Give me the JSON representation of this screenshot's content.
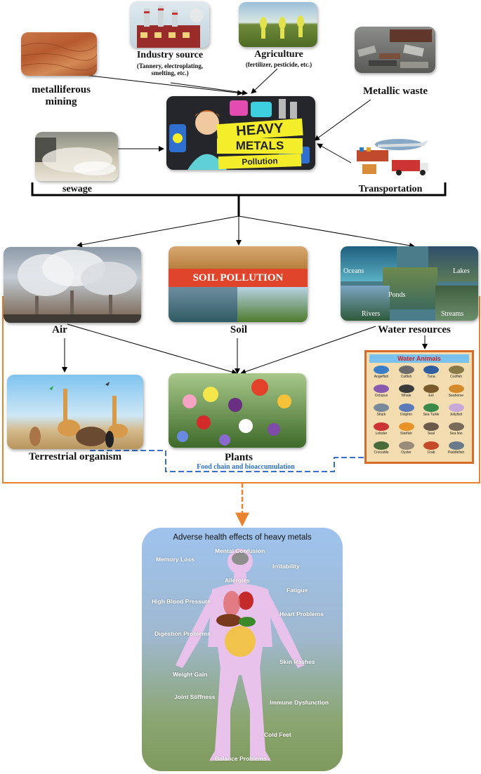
{
  "sources": {
    "mining": "metalliferous mining",
    "industry_title": "Industry source",
    "industry_sub": "(Tannery, electroplating, smelting, etc.)",
    "agriculture_title": "Agriculture",
    "agriculture_sub": "(fertilizer, pesticide, etc.)",
    "waste": "Metallic waste",
    "sewage": "sewage",
    "transportation": "Transportation"
  },
  "center": {
    "line1": "HEAVY",
    "line2": "METALS",
    "line3": "Pollution"
  },
  "media": {
    "air": "Air",
    "soil": "Soil",
    "soil_banner": "SOIL POLLUTION",
    "water": "Water resources",
    "water_tags": [
      "Oceans",
      "Lakes",
      "Ponds",
      "Rivers",
      "Streams"
    ]
  },
  "receptors": {
    "terrestrial": "Terrestrial organism",
    "plants": "Plants",
    "food_chain": "Food chain and bioaccumulation"
  },
  "water_animals": {
    "title": "Water Animals",
    "names": [
      "Angelfish",
      "Catfish",
      "Tuna",
      "Codfish",
      "Octopus",
      "Whale",
      "Eel",
      "Seahorse",
      "Shark",
      "Dolphin",
      "Sea Turtle",
      "Jellyfish",
      "Lobster",
      "Starfish",
      "Seal",
      "Sea lion",
      "Crocodile",
      "Oyster",
      "Crab",
      "Paddlefish"
    ]
  },
  "health": {
    "title": "Adverse health effects of heavy metals",
    "effects": [
      "Mental Confusion",
      "Memory Loss",
      "Irritability",
      "Allergies",
      "Fatigue",
      "High Blood Pressure",
      "Heart Problems",
      "Digestion Problems",
      "Skin Rashes",
      "Weight Gain",
      "Joint Stiffness",
      "Immune Dysfunction",
      "Cold Feet",
      "Balance Problems"
    ]
  },
  "colors": {
    "orange_frame": "#e8832f",
    "dashed_blue": "#3a6fc4",
    "food_chain_text": "#2a6fd0",
    "center_yellow": "#f4ee2a",
    "health_bg_top": "#9fc3ee",
    "health_bg_bottom": "#7f9a5e"
  }
}
